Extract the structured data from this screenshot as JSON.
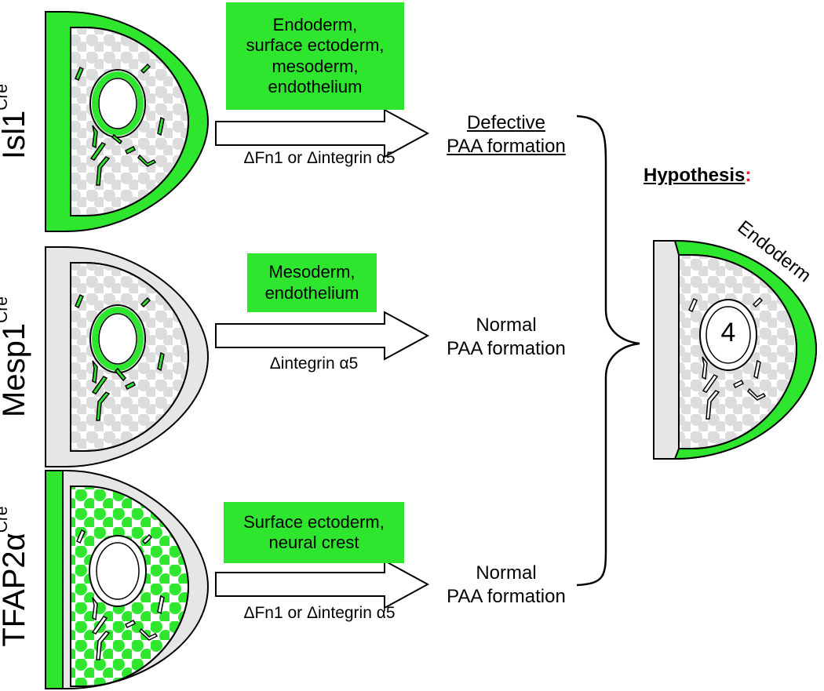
{
  "colors": {
    "green": "#2ee62e",
    "gray_light": "#e6e6e6",
    "gray_dot": "#d9d9d9",
    "stroke": "#000000",
    "accent_red": "#e02020"
  },
  "rows": [
    {
      "id": "isl1",
      "driver": "Isl1",
      "driver_sup": "Cre",
      "label_box": "Endoderm,\nsurface ectoderm,\nmesoderm,\nendothelium",
      "arrow_caption": "ΔFn1 or Δintegrin α5",
      "outcome_line1": "Defective",
      "outcome_line2": "PAA formation"
    },
    {
      "id": "mesp1",
      "driver": "Mesp1",
      "driver_sup": "Cre",
      "label_box": "Mesoderm,\nendothelium",
      "arrow_caption": "Δintegrin α5",
      "outcome_line1": "Normal",
      "outcome_line2": "PAA formation"
    },
    {
      "id": "tfap2a",
      "driver": "TFAP2α",
      "driver_sup": "Cre",
      "label_box": "Surface ectoderm,\nneural crest",
      "arrow_caption": "ΔFn1 or Δintegrin α5",
      "outcome_line1": "Normal",
      "outcome_line2": "PAA formation"
    }
  ],
  "hypothesis": {
    "title": "Hypothesis",
    "colon": ":",
    "tissue_label": "Endoderm",
    "arch_number": "4"
  }
}
